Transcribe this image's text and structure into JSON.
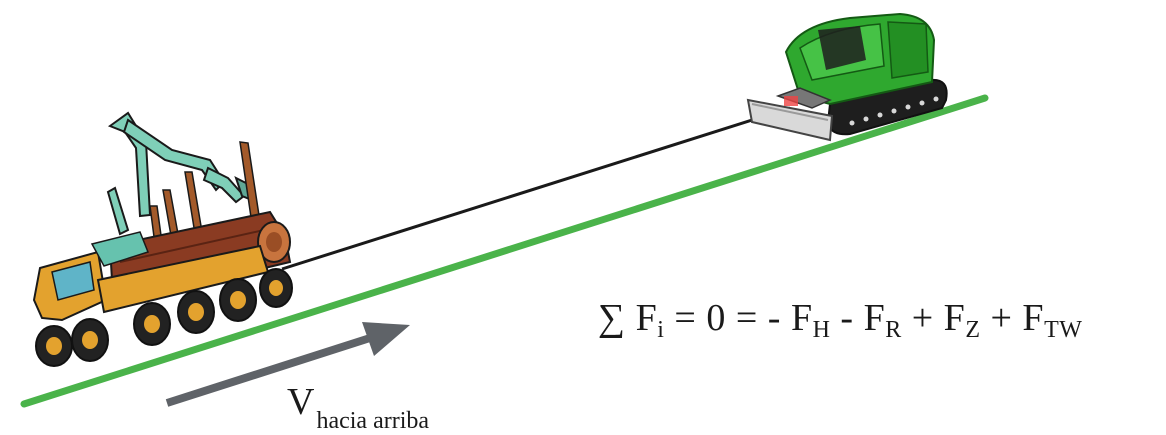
{
  "equation": {
    "sum_symbol": "∑",
    "lhs_F": "F",
    "lhs_sub": "i",
    "eq1": " = 0 = ",
    "t1_sign": "- ",
    "t1_F": "F",
    "t1_sub": "H",
    "t2_sign": " - ",
    "t2_F": "F",
    "t2_sub": "R",
    "t3_sign": " + ",
    "t3_F": "F",
    "t3_sub": "Z",
    "t4_sign": " + ",
    "t4_F": "F",
    "t4_sub": "TW"
  },
  "velocity": {
    "symbol": "V",
    "subscript": "hacia arriba"
  },
  "colors": {
    "slope": "#4ab34a",
    "arrow": "#5f6368",
    "cable": "#1a1a1a",
    "forwarder_body": "#e3a22e",
    "forwarder_crane": "#7fcfb8",
    "logs": "#8a3b22",
    "winch_body": "#2fa82f",
    "winch_dark": "#1e1e1e",
    "blade": "#d9d9d9"
  },
  "icons": {
    "forwarder": "forwarder-icon",
    "winch": "traction-winch-icon"
  }
}
